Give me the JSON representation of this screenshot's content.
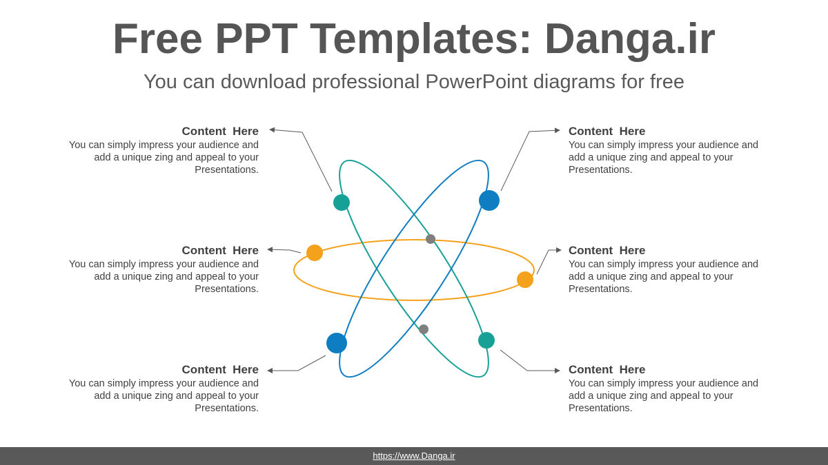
{
  "header": {
    "title": "Free PPT Templates: Danga.ir",
    "subtitle": "You can download professional PowerPoint diagrams for free"
  },
  "blocks": [
    {
      "heading": "Content  Here",
      "text": "You can simply impress your audience and add a unique zing and appeal to your Presentations."
    },
    {
      "heading": "Content  Here",
      "text": "You can simply impress your audience and add a unique zing and appeal to your Presentations."
    },
    {
      "heading": "Content  Here",
      "text": "You can simply impress your audience and add a unique zing and appeal to your Presentations."
    },
    {
      "heading": "Content  Here",
      "text": "You can simply impress your audience and add a unique zing and appeal to your Presentations."
    },
    {
      "heading": "Content  Here",
      "text": "You can simply impress your audience and add a unique zing and appeal to your Presentations."
    },
    {
      "heading": "Content  Here",
      "text": "You can simply impress your audience and add a unique zing and appeal to your Presentations."
    }
  ],
  "colors": {
    "teal": "#17A096",
    "blue": "#0F7DC2",
    "orange": "#F4A11C",
    "gray": "#7F7F7F",
    "connector": "#595959"
  },
  "footer": {
    "link_text": "https://www.Danga.ir"
  }
}
